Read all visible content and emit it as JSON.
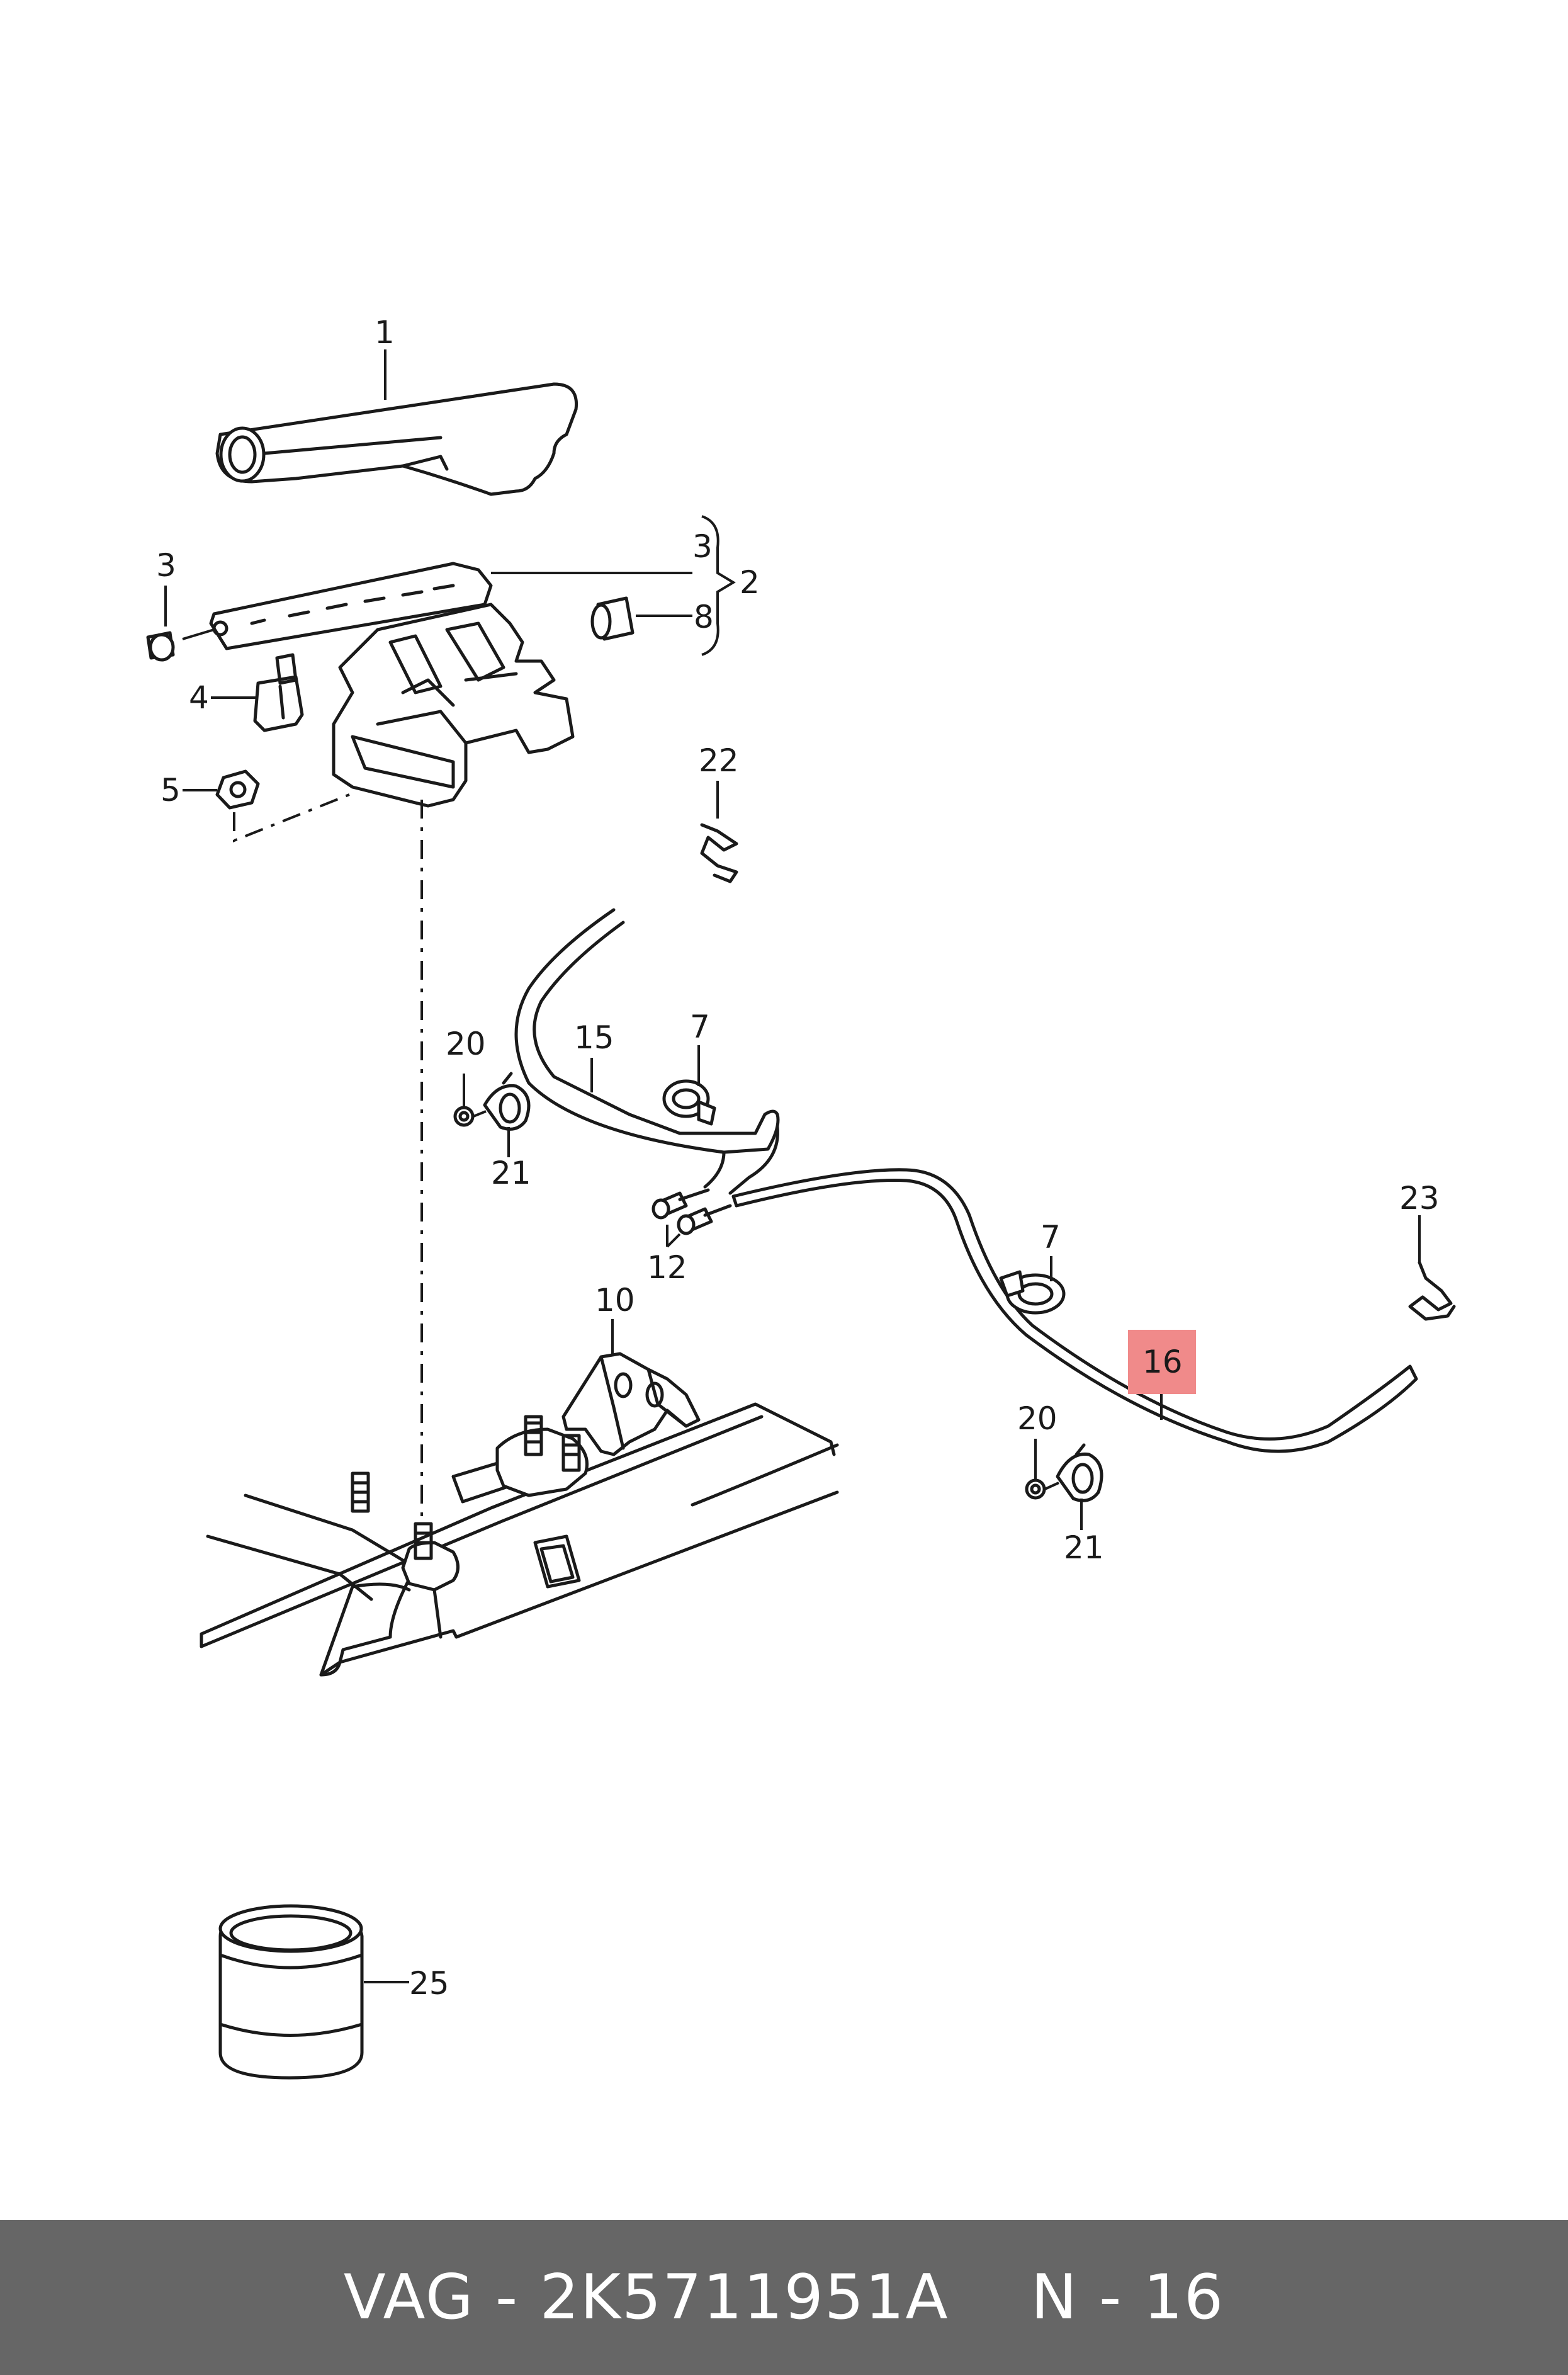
{
  "callouts": {
    "c1": "1",
    "c3a": "3",
    "c3b": "3",
    "c2": "2",
    "c8": "8",
    "c4": "4",
    "c5": "5",
    "c22": "22",
    "c15": "15",
    "c7a": "7",
    "c20a": "20",
    "c21a": "21",
    "c12": "12",
    "c10": "10",
    "c7b": "7",
    "c23": "23",
    "c16": "16",
    "c20b": "20",
    "c21b": "21",
    "c25": "25"
  },
  "highlight_color": "#f08a8a",
  "footer": {
    "part_code": "VAG - 2K5711951A",
    "position": "N - 16",
    "background": "#666666"
  }
}
